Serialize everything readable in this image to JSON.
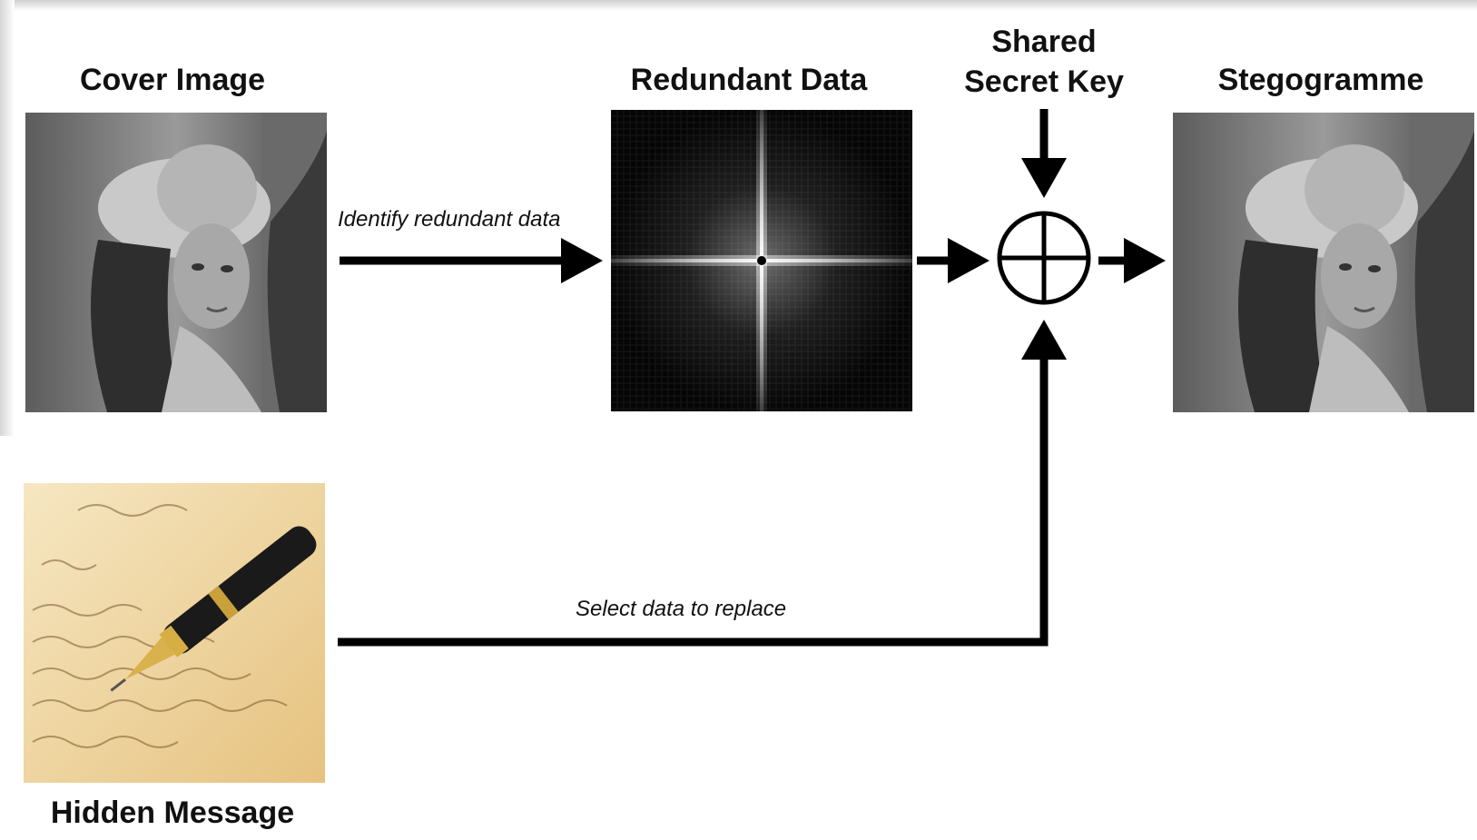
{
  "labels": {
    "cover_image": "Cover Image",
    "redundant_data": "Redundant Data",
    "shared_secret_key_line1": "Shared",
    "shared_secret_key_line2": "Secret Key",
    "stegogramme": "Stegogramme",
    "hidden_message": "Hidden Message"
  },
  "edges": {
    "identify": "Identify redundant data",
    "select": "Select data to replace"
  },
  "colors": {
    "arrow": "#000000",
    "cover_tone": "#8a8a8a",
    "paper_tone": "#f1d9a4",
    "spectrum_bg": "#050505"
  }
}
